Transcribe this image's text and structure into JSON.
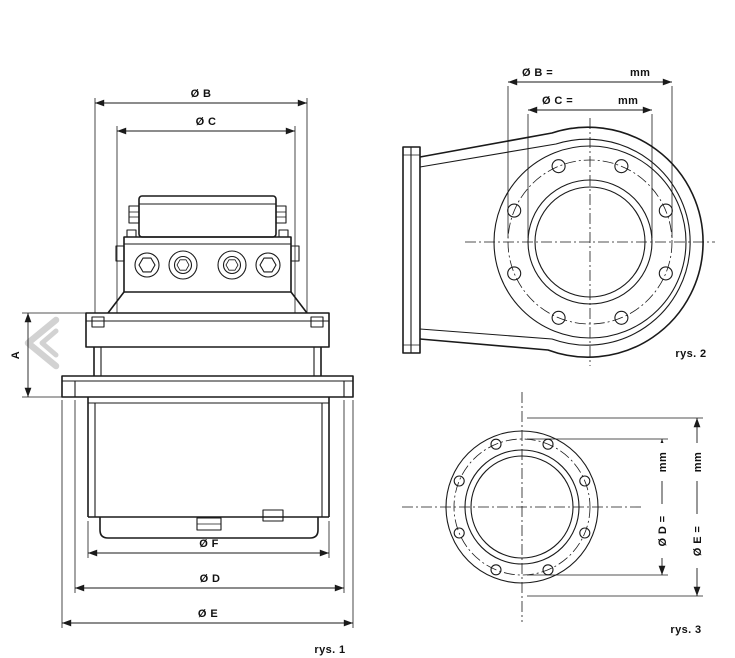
{
  "figure1": {
    "caption": "rys. 1",
    "dim_b": "Ø B",
    "dim_c": "Ø C",
    "dim_a": "A",
    "dim_f": "Ø F",
    "dim_d": "Ø D",
    "dim_e": "Ø E"
  },
  "figure2": {
    "caption": "rys. 2",
    "dim_b_label": "Ø B =",
    "dim_b_unit": "mm",
    "dim_c_label": "Ø C =",
    "dim_c_unit": "mm"
  },
  "figure3": {
    "caption": "rys. 3",
    "dim_d_label": "Ø D =",
    "dim_d_unit": "mm",
    "dim_e_label": "Ø E =",
    "dim_e_unit": "mm"
  },
  "colors": {
    "line": "#1a1a1a",
    "background": "#ffffff",
    "watermark": "#d2d2d2"
  }
}
